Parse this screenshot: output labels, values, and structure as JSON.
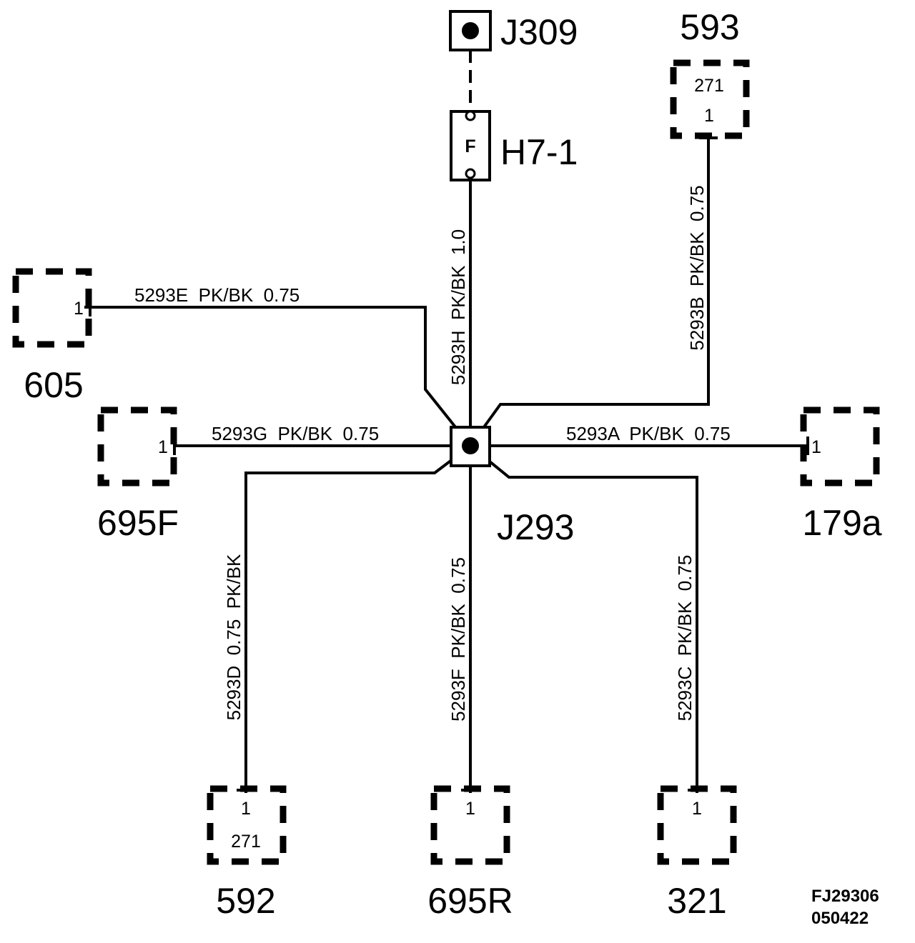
{
  "splice": {
    "label": "J293"
  },
  "source_connector": {
    "label": "J309"
  },
  "fuse": {
    "label": "H7-1",
    "symbol": "F"
  },
  "connectors": {
    "c593": {
      "label": "593",
      "pin_top": "271",
      "pin_bottom": "1"
    },
    "c605": {
      "label": "605",
      "pin": "1"
    },
    "c695f": {
      "label": "695F",
      "pin": "1"
    },
    "c179a": {
      "label": "179a",
      "pin": "1"
    },
    "c592": {
      "label": "592",
      "pin_top": "1",
      "pin_bottom": "271"
    },
    "c695r": {
      "label": "695R",
      "pin": "1"
    },
    "c321": {
      "label": "321",
      "pin": "1"
    }
  },
  "wires": {
    "w5293h": "5293H  PK/BK  1.0",
    "w5293b": "5293B  PK/BK  0.75",
    "w5293e": "5293E  PK/BK  0.75",
    "w5293g": "5293G  PK/BK  0.75",
    "w5293a": "5293A  PK/BK  0.75",
    "w5293d": "5293D  0.75  PK/BK",
    "w5293f": "5293F  PK/BK  0.75",
    "w5293c": "5293C  PK/BK  0.75"
  },
  "reference": {
    "code": "FJ29306",
    "date": "050422"
  }
}
